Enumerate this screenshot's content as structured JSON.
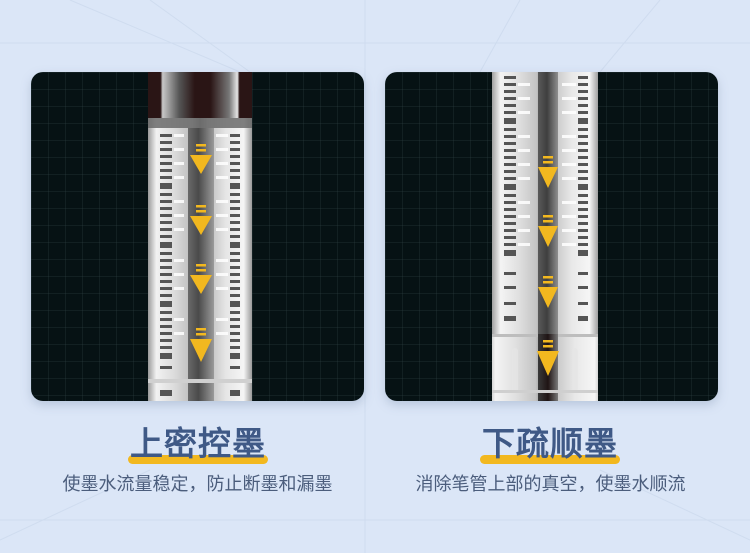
{
  "colors": {
    "background": "#dbe6f7",
    "card": "#061214",
    "heading_text": "#3f5986",
    "heading_underline": "#f2b81f",
    "subtitle_text": "#4b5d7c",
    "arrow": "#f2b81f"
  },
  "panels": [
    {
      "id": "left",
      "heading": "上密控墨",
      "subtitle": "使墨水流量稳定，防止断墨和漏墨",
      "illustration": "pen-barrel-ink-flow-arrows",
      "arrow_count": 4
    },
    {
      "id": "right",
      "heading": "下疏顺墨",
      "subtitle": "消除笔管上部的真空，使墨水顺流",
      "illustration": "pen-barrel-ink-flow-arrows",
      "arrow_count": 4
    }
  ]
}
